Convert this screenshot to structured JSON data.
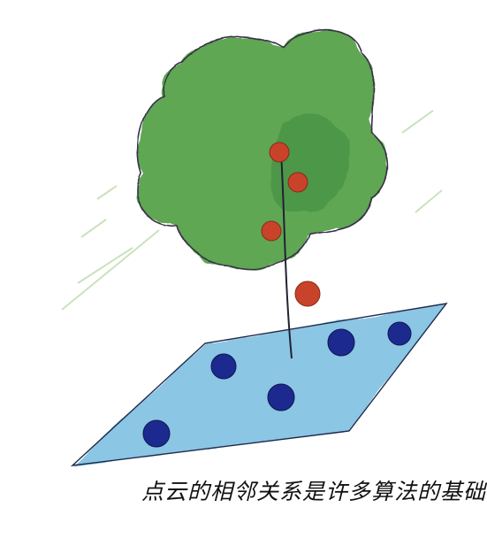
{
  "caption": "点云的相邻关系是许多算法的基础。",
  "colors": {
    "tree_canopy": "#5fa752",
    "tree_canopy_dark": "#3f8a3f",
    "canopy_outline": "#3a2e4a",
    "fruit": "#c8432a",
    "plane_fill": "#7fc0e2",
    "plane_outline": "#1f2a4a",
    "plane_points": "#1c2a8f",
    "trunk_line": "#222233",
    "wind_strokes": "#b9d9a8"
  },
  "icons": {
    "tree": "tree-illustration",
    "plane": "plane-illustration"
  }
}
